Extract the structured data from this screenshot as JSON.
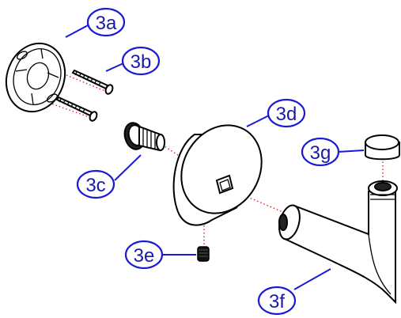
{
  "diagram": {
    "callouts": [
      {
        "id": "3a",
        "label": "3a"
      },
      {
        "id": "3b",
        "label": "3b"
      },
      {
        "id": "3c",
        "label": "3c"
      },
      {
        "id": "3d",
        "label": "3d"
      },
      {
        "id": "3e",
        "label": "3e"
      },
      {
        "id": "3f",
        "label": "3f"
      },
      {
        "id": "3g",
        "label": "3g"
      }
    ],
    "colors": {
      "callout": "#1a1ad6",
      "alignment_line": "#e02020",
      "outline": "#000000"
    }
  }
}
